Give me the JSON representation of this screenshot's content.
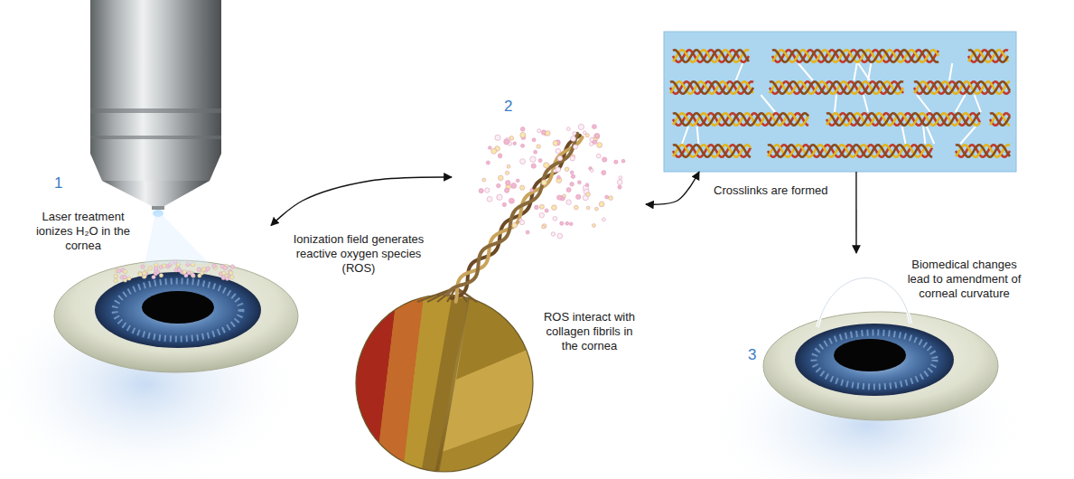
{
  "diagram": {
    "nodes": [
      {
        "text": [
          "1",
          "Laser treatment ionizes H₂O in the cornea"
        ]
      },
      {
        "text": [
          "2",
          "ROS interact with collagen fibrils in the cornea"
        ]
      },
      {
        "text": [
          "Crosslinks are formed"
        ]
      },
      {
        "text": [
          "3",
          "Biomedical changes lead to amendment of corneal curvature"
        ]
      }
    ],
    "edges": [
      {
        "from": 0,
        "to": 1,
        "arrow": "both",
        "label": "Ionization field generates reactive oxygen species (ROS)"
      },
      {
        "from": 1,
        "to": 2,
        "arrow": "both"
      },
      {
        "from": 2,
        "to": 3,
        "arrow": "to"
      }
    ]
  }
}
